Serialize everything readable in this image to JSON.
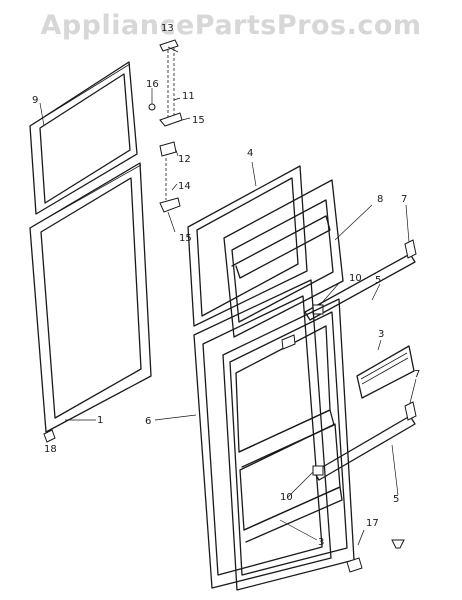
{
  "watermark": "AppliancePartsPros.com",
  "callouts": {
    "c1": "1",
    "c3a": "3",
    "c3b": "3",
    "c4": "4",
    "c5a": "5",
    "c5b": "5",
    "c6": "6",
    "c7a": "7",
    "c7b": "7",
    "c8": "8",
    "c9": "9",
    "c10a": "10",
    "c10b": "10",
    "c11": "11",
    "c12": "12",
    "c13": "13",
    "c14": "14",
    "c15a": "15",
    "c15b": "15",
    "c16": "16",
    "c17": "17",
    "c18": "18"
  },
  "colors": {
    "line": "#1a1a1a",
    "watermark": "#d7d7d7",
    "background": "#ffffff"
  }
}
